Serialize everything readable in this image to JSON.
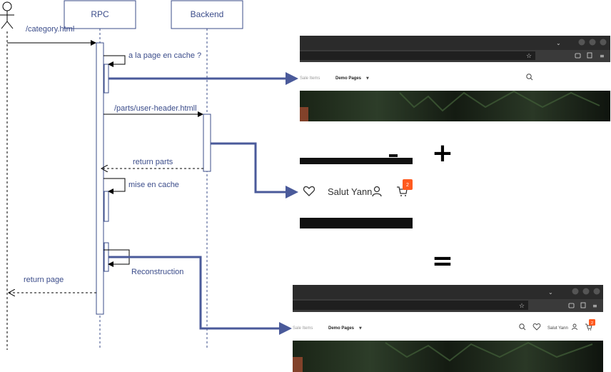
{
  "participants": {
    "rpc": "RPC",
    "backend": "Backend"
  },
  "messages": {
    "request": "/category.html",
    "cache_check": "a la page en cache ?",
    "parts_request": "/parts/user-header.htmll",
    "return_parts": "return parts",
    "caching": "mise en cache",
    "reconstruction": "Reconstruction",
    "return_page": "return page"
  },
  "operators": {
    "plus": "+",
    "equals": "="
  },
  "screenshot_top": {
    "nav_item_1": "Sale Items",
    "nav_item_2": "Demo Pages"
  },
  "header_part": {
    "greeting": "Salut Yann",
    "cart_count": "2"
  },
  "screenshot_bottom": {
    "nav_item_1": "Sale Items",
    "nav_item_2": "Demo Pages",
    "greeting": "Salut Yann",
    "cart_count": "2"
  },
  "colors": {
    "line": "#3b4c8a",
    "arrow_thick": "#4a5a9a",
    "browser_dark": "#2b2b2b",
    "badge": "#ff5a1f"
  }
}
